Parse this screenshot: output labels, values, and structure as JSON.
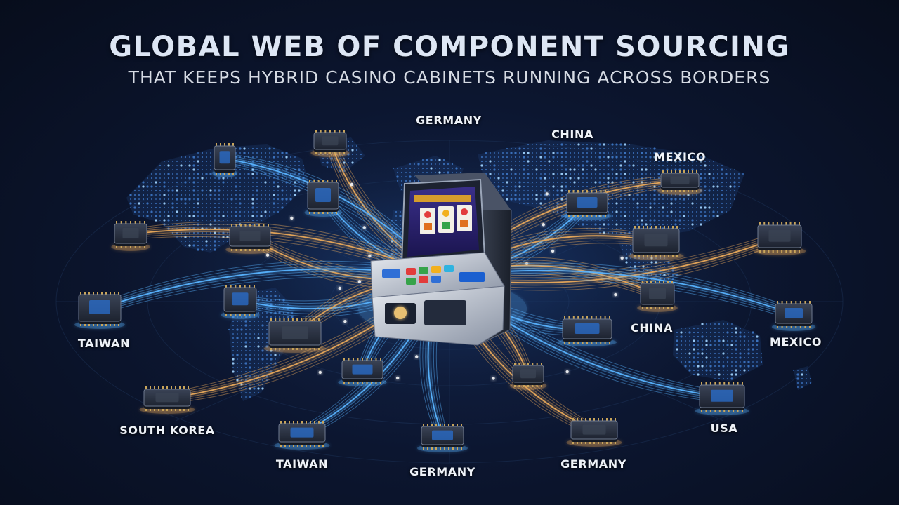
{
  "header": {
    "title": "GLOBAL WEB OF COMPONENT SOURCING",
    "subtitle": "THAT KEEPS HYBRID CASINO CABINETS RUNNING ACROSS BORDERS"
  },
  "labels": {
    "germany_top": "GERMANY",
    "china_top": "CHINA",
    "mexico_top": "MEXICO",
    "taiwan_left": "TAIWAN",
    "china_mid": "CHINA",
    "mexico_right": "MEXICO",
    "south_korea": "SOUTH KOREA",
    "usa": "USA",
    "taiwan_bottom": "TAIWAN",
    "germany_bottom": "GERMANY",
    "germany_bottom_right": "GERMANY"
  },
  "colors": {
    "background": "#0b1224",
    "map_dots": "#3f79c9",
    "link_blue": "#58b3ff",
    "link_gold": "#e8a85a",
    "chip_body": "#2a3142",
    "chip_pins": "#c9a55a"
  }
}
